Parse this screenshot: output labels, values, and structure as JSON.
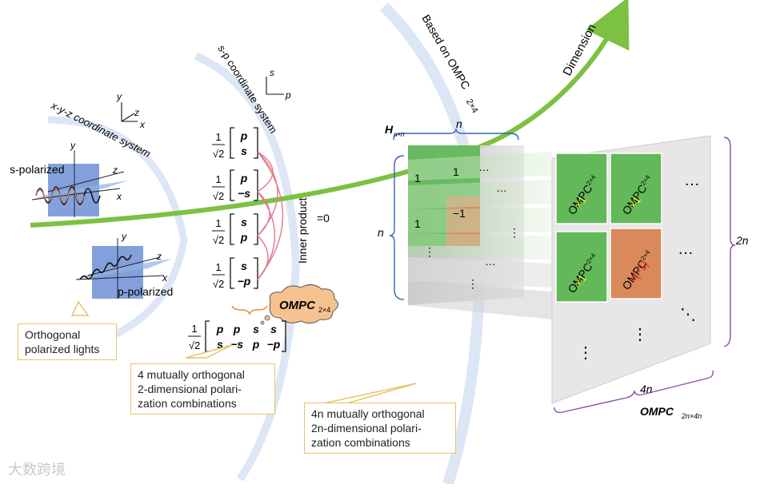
{
  "arcs": {
    "xyz": "x-y-z coordinate system",
    "sp": "s-p coordinate system",
    "ompc": "Based on OMPC"
  },
  "labels": {
    "s_polarized": "s-polarized",
    "p_polarized": "p-polarized",
    "inner_product": "Inner product",
    "equals_zero": "=0",
    "dimension": "Dimension",
    "ompc_cloud": "OMPC",
    "ompc_cloud_sub": "2×4",
    "h_matrix": "H",
    "h_matrix_sub": "n×n",
    "n_top": "n",
    "n_left": "n",
    "dim_2n": "2n",
    "dim_4n": "4n",
    "ompc_big": "OMPC",
    "ompc_big_sub": "2n×4n",
    "ompc_sub": "2×4",
    "axis_x": "x",
    "axis_y": "y",
    "axis_z": "z",
    "axis_s": "s",
    "axis_p": "p",
    "frac_num": "1",
    "frac_den": "√2"
  },
  "vectors": [
    {
      "top": "p",
      "bot": "s"
    },
    {
      "top": "p",
      "bot": "−s"
    },
    {
      "top": "s",
      "bot": "p"
    },
    {
      "top": "s",
      "bot": "−p"
    }
  ],
  "matrix": {
    "row1": [
      "p",
      "p",
      "s",
      "s"
    ],
    "row2": [
      "s",
      "−s",
      "p",
      "−p"
    ]
  },
  "blocks": [
    {
      "text": "OMPC",
      "sub": "2×4",
      "mult": "×1",
      "color": "#63b85a",
      "mult_color": "#f5f02a"
    },
    {
      "text": "OMPC",
      "sub": "2×4",
      "mult": "×1",
      "color": "#63b85a",
      "mult_color": "#f5f02a"
    },
    {
      "text": "OMPC",
      "sub": "2×4",
      "mult": "×1",
      "color": "#63b85a",
      "mult_color": "#f5f02a"
    },
    {
      "text": "OMPC",
      "sub": "2×4",
      "mult": "×(−1)",
      "color": "#d9895a",
      "mult_color": "#e8231d"
    }
  ],
  "h_entries": [
    "1",
    "1",
    "1",
    "−1",
    "…",
    "⋮",
    "⋮",
    "⋮",
    "…",
    "…"
  ],
  "callouts": {
    "orthogonal": [
      "Orthogonal",
      "polarized lights"
    ],
    "four_mutual": [
      "4 mutually orthogonal",
      "2-dimensional polari-",
      "zation combinations"
    ],
    "fourn_mutual": [
      "4n mutually orthogonal",
      "2n-dimensional polari-",
      "zation combinations"
    ]
  },
  "watermark": "大数跨境",
  "colors": {
    "green": "#63b85a",
    "arrow_green": "#7cc142",
    "orange": "#d9895a",
    "arc_blue": "#dde6f5",
    "purple": "#8a4fa8",
    "blue_bracket": "#2f66b3",
    "callout_border": "#e7c46b",
    "pink": "#e07a8c"
  }
}
